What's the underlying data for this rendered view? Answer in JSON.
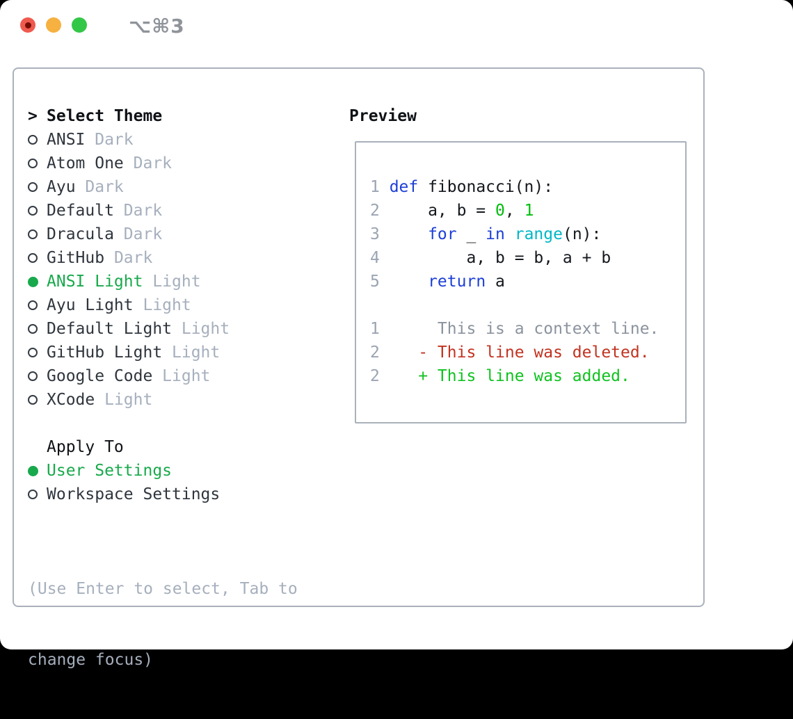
{
  "titlebar": {
    "shortcut": "⌥⌘3"
  },
  "theme_panel": {
    "prompt": ">",
    "header": "Select Theme",
    "items": [
      {
        "name": "ANSI",
        "variant": "Dark",
        "selected": false
      },
      {
        "name": "Atom One",
        "variant": "Dark",
        "selected": false
      },
      {
        "name": "Ayu",
        "variant": "Dark",
        "selected": false
      },
      {
        "name": "Default",
        "variant": "Dark",
        "selected": false
      },
      {
        "name": "Dracula",
        "variant": "Dark",
        "selected": false
      },
      {
        "name": "GitHub",
        "variant": "Dark",
        "selected": false
      },
      {
        "name": "ANSI Light",
        "variant": "Light",
        "selected": true
      },
      {
        "name": "Ayu Light",
        "variant": "Light",
        "selected": false
      },
      {
        "name": "Default Light",
        "variant": "Light",
        "selected": false
      },
      {
        "name": "GitHub Light",
        "variant": "Light",
        "selected": false
      },
      {
        "name": "Google Code",
        "variant": "Light",
        "selected": false
      },
      {
        "name": "XCode",
        "variant": "Light",
        "selected": false
      }
    ],
    "apply_to": {
      "header": "Apply To",
      "options": [
        {
          "label": "User Settings",
          "selected": true
        },
        {
          "label": "Workspace Settings",
          "selected": false
        }
      ]
    },
    "hint_line1": "(Use Enter to select, Tab to",
    "hint_line2": "change focus)"
  },
  "preview": {
    "header": "Preview",
    "lines": [
      {
        "num": "1",
        "tokens": [
          {
            "t": "def",
            "c": "kw"
          },
          {
            "t": " fibonacci(n):",
            "c": "pl"
          }
        ]
      },
      {
        "num": "2",
        "tokens": [
          {
            "t": "    a, b = ",
            "c": "pl"
          },
          {
            "t": "0",
            "c": "nl"
          },
          {
            "t": ", ",
            "c": "pl"
          },
          {
            "t": "1",
            "c": "nl"
          }
        ]
      },
      {
        "num": "3",
        "tokens": [
          {
            "t": "    ",
            "c": "pl"
          },
          {
            "t": "for",
            "c": "kw"
          },
          {
            "t": " _ ",
            "c": "pl"
          },
          {
            "t": "in",
            "c": "kw"
          },
          {
            "t": " ",
            "c": "pl"
          },
          {
            "t": "range",
            "c": "bi"
          },
          {
            "t": "(n):",
            "c": "pl"
          }
        ]
      },
      {
        "num": "4",
        "tokens": [
          {
            "t": "        a, b = b, a + b",
            "c": "pl"
          }
        ]
      },
      {
        "num": "5",
        "tokens": [
          {
            "t": "    ",
            "c": "pl"
          },
          {
            "t": "return",
            "c": "kw"
          },
          {
            "t": " a",
            "c": "pl"
          }
        ]
      },
      {
        "num": "",
        "tokens": []
      },
      {
        "num": "1",
        "tokens": [
          {
            "t": "     This is a context line.",
            "c": "ctx"
          }
        ]
      },
      {
        "num": "2",
        "tokens": [
          {
            "t": "   ",
            "c": "pl"
          },
          {
            "t": "- This line was deleted.",
            "c": "del"
          }
        ]
      },
      {
        "num": "2",
        "tokens": [
          {
            "t": "   ",
            "c": "pl"
          },
          {
            "t": "+ This line was added.",
            "c": "add"
          }
        ]
      }
    ]
  },
  "colors": {
    "ui_green": "#18a94c",
    "text_dark": "#2f353d",
    "header_black": "#0f1216",
    "muted_gray": "#a6afbd",
    "panel_border": "#a9b1bb",
    "line_number": "#9aa4b2",
    "keyword_blue": "#1c3fd6",
    "builtin_cyan": "#00b7c6",
    "number_green": "#00bd0c",
    "deleted_red": "#c23321",
    "added_green": "#10c220",
    "titlebar_gray": "#8f939a",
    "traffic_red": "#ef5a4e",
    "traffic_red_dot": "#750d06",
    "traffic_yellow": "#f6b140",
    "traffic_green": "#33c748",
    "radio_outline": "#343b43",
    "window_bg": "#ffffff"
  }
}
